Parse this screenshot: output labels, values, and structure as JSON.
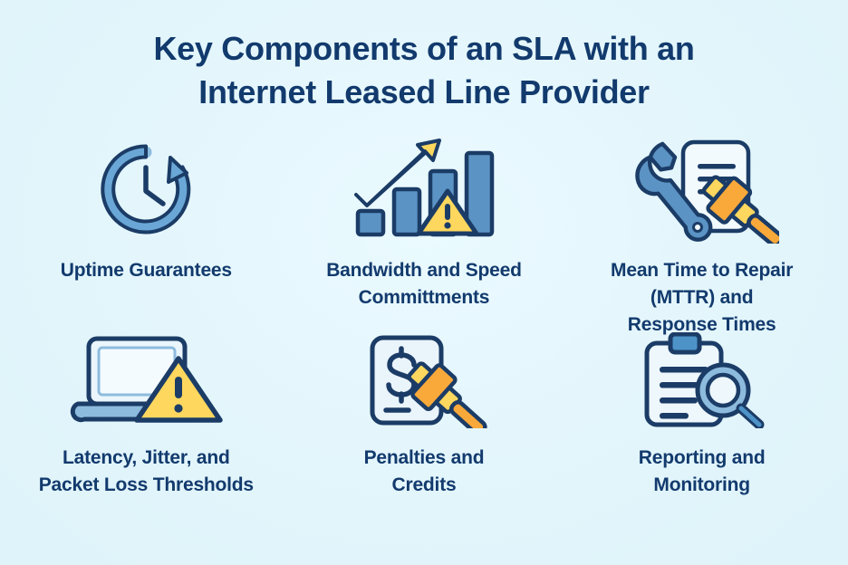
{
  "theme": {
    "background": "#e4f6fb",
    "navy": "#123a6d",
    "outline": "#1b3c66",
    "blue_fill": "#5b93c4",
    "light_blue_fill": "#8dbbdd",
    "paper": "#eaf4fb",
    "yellow": "#fdd75e",
    "orange": "#f9a93a"
  },
  "title": {
    "line1": "Key Components of an SLA with an",
    "line2": "Internet Leased Line Provider",
    "full": "Key Components of an SLA with an Internet Leased Line Provider"
  },
  "items": [
    {
      "id": "uptime-guarantees",
      "icon": "clock-arrow-icon",
      "label_line1": "Uptime Guarantees",
      "label_line2": "",
      "label_line3": ""
    },
    {
      "id": "bandwidth-speed",
      "icon": "bar-chart-growth-warning-icon",
      "label_line1": "Bandwidth and Speed",
      "label_line2": "Committments",
      "label_line3": ""
    },
    {
      "id": "mttr-response",
      "icon": "wrench-gavel-document-icon",
      "label_line1": "Mean Time to Repair",
      "label_line2": "(MTTR) and",
      "label_line3": "Response Times"
    },
    {
      "id": "latency-jitter-packet-loss",
      "icon": "laptop-warning-icon",
      "label_line1": "Latency, Jitter, and",
      "label_line2": "Packet Loss Thresholds",
      "label_line3": ""
    },
    {
      "id": "penalties-credits",
      "icon": "dollar-document-gavel-icon",
      "label_line1": "Penalties and",
      "label_line2": "Credits",
      "label_line3": ""
    },
    {
      "id": "reporting-monitoring",
      "icon": "clipboard-magnifier-icon",
      "label_line1": "Reporting and",
      "label_line2": "Monitoring",
      "label_line3": ""
    }
  ]
}
